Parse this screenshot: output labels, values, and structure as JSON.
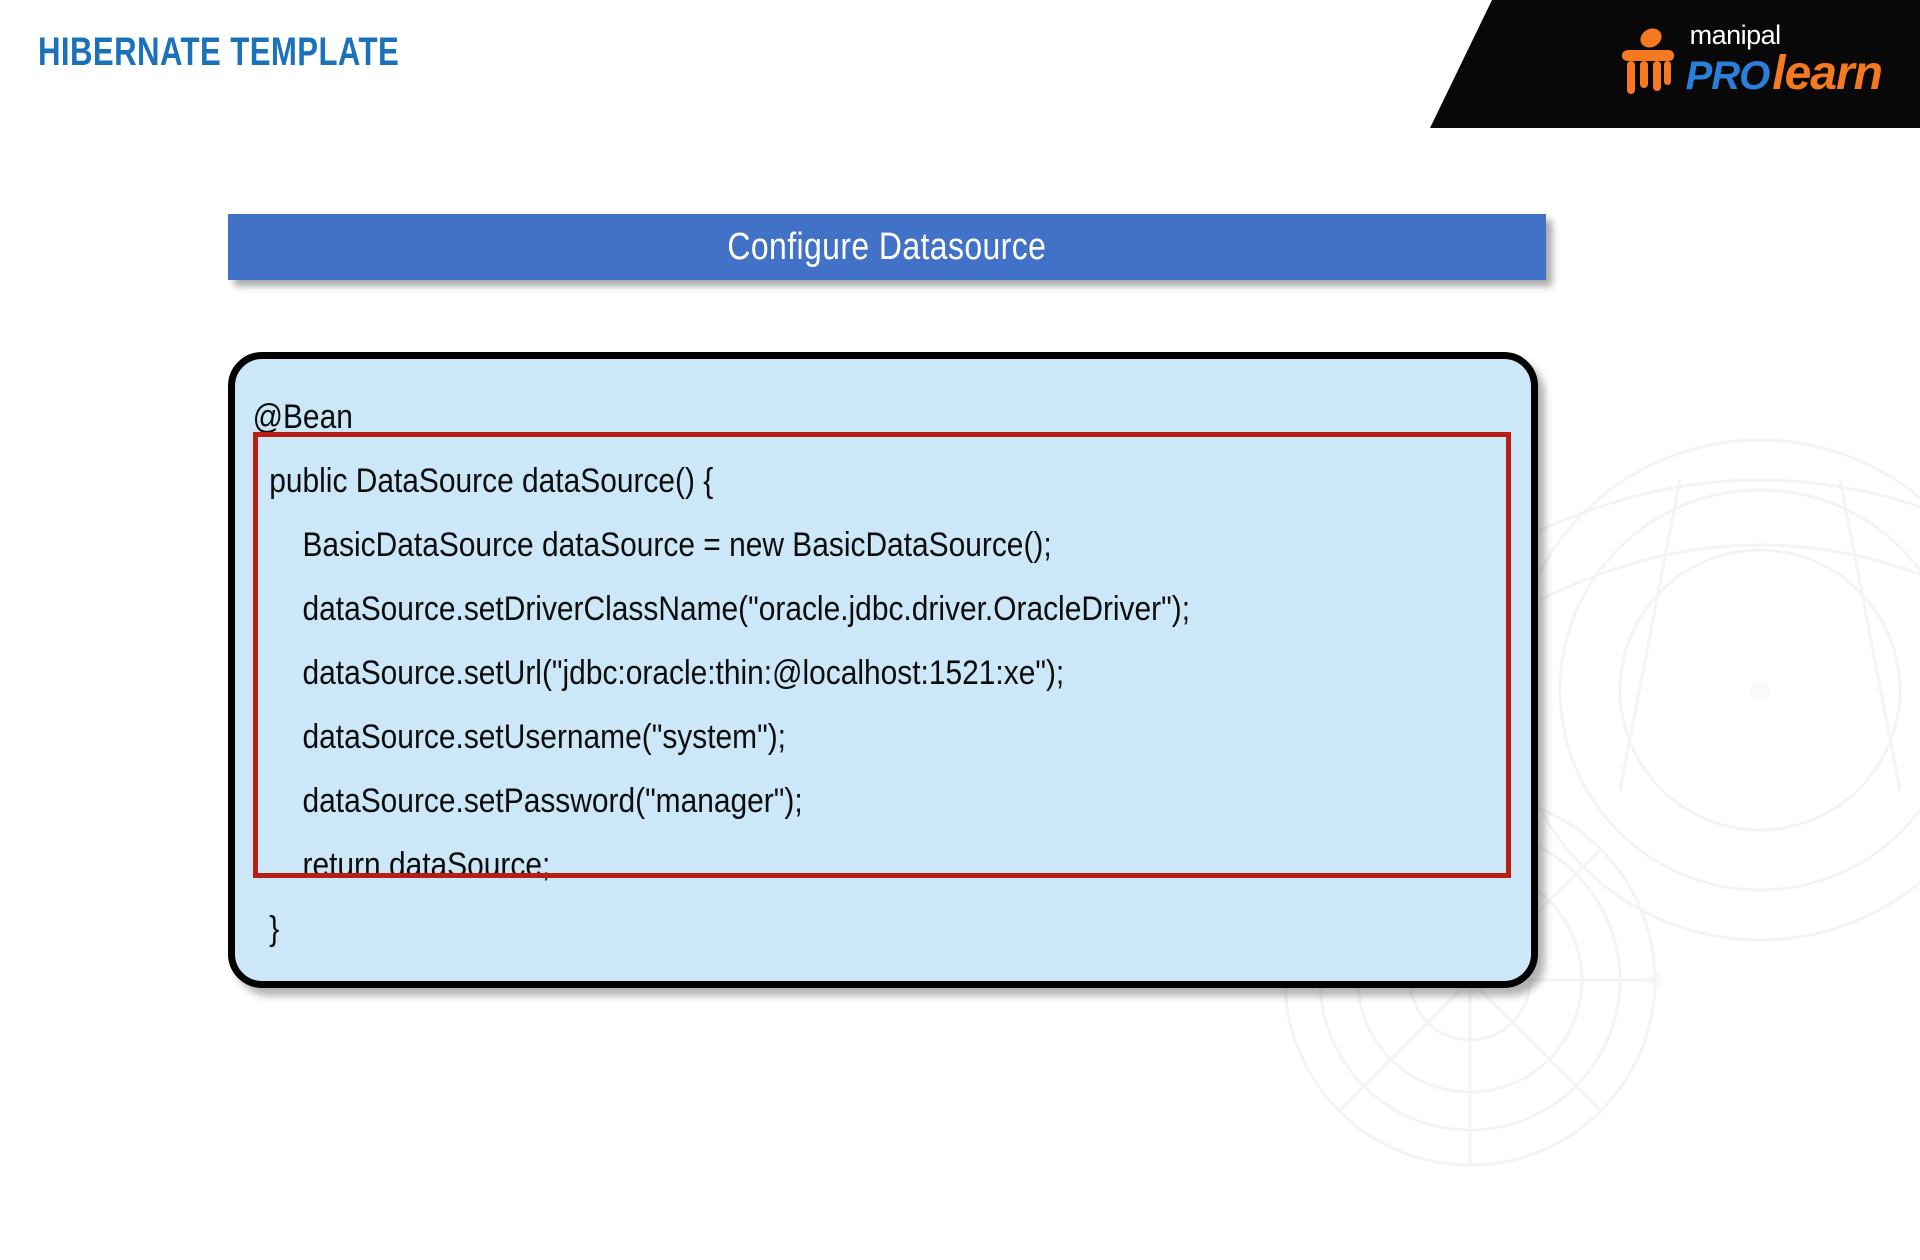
{
  "slide": {
    "title": "HIBERNATE TEMPLATE",
    "title_color": "#1b72b8",
    "background": "#ffffff"
  },
  "brand": {
    "banner_color": "#080808",
    "manipal": "manipal",
    "pro": "PRO",
    "learn": "learn",
    "pro_color": "#2a7fdb",
    "learn_color": "#f47920",
    "mark_color": "#f47920",
    "mark_name": "manipal-prolearn-figure-icon"
  },
  "section": {
    "label": "Configure Datasource",
    "bar_color": "#4272c8",
    "text_color": "#ffffff"
  },
  "code": {
    "card_fill": "#cbe7f8",
    "card_border": "#000000",
    "highlight_border": "#b81f14",
    "lines": [
      "@Bean",
      "  public DataSource dataSource() {",
      "      BasicDataSource dataSource = new BasicDataSource();",
      "      dataSource.setDriverClassName(\"oracle.jdbc.driver.OracleDriver\");",
      "      dataSource.setUrl(\"jdbc:oracle:thin:@localhost:1521:xe\");",
      "      dataSource.setUsername(\"system\");",
      "      dataSource.setPassword(\"manager\");",
      "      return dataSource;",
      "  }"
    ]
  }
}
